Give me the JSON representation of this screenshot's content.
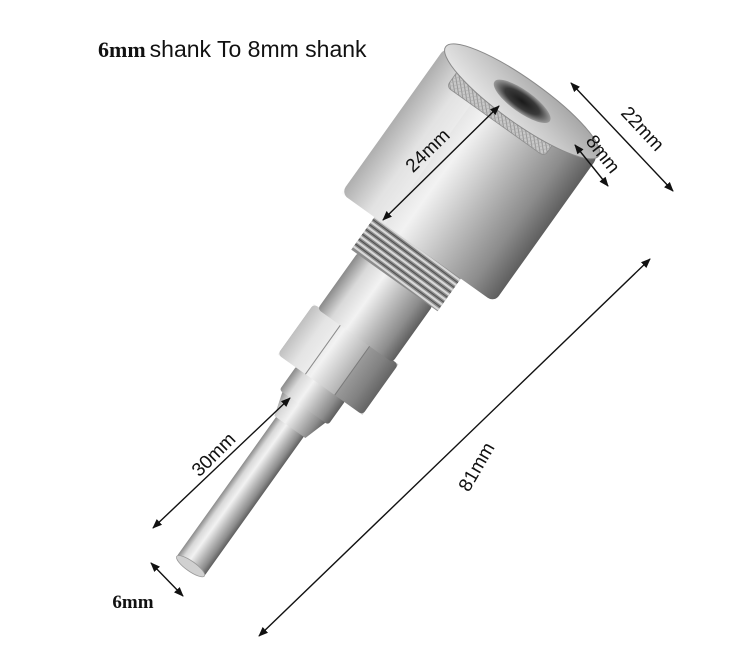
{
  "title": {
    "shank_from": "6mm",
    "rest": "shank To 8mm shank"
  },
  "dimensions": {
    "head_length": "24mm",
    "head_diameter": "22mm",
    "bore_diameter": "8mm",
    "total_length": "81mm",
    "shank_length": "30mm",
    "shank_diameter": "6mm"
  },
  "colors": {
    "metal_light": "#e4e4e4",
    "metal_mid": "#b8b8b8",
    "metal_dark": "#6e6e6e",
    "arrow": "#111111"
  }
}
